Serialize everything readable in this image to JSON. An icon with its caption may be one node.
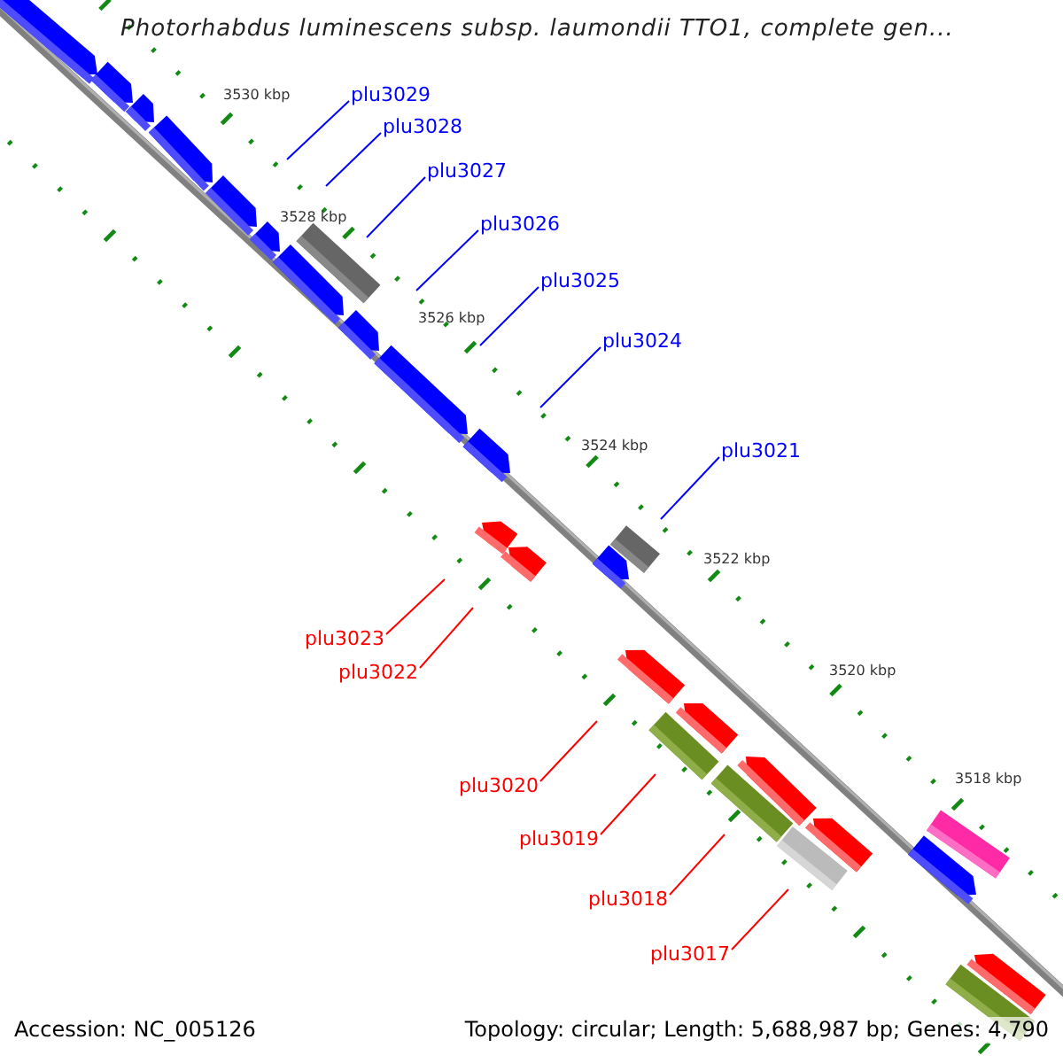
{
  "diagram": {
    "title": "Photorhabdus luminescens subsp. laumondii TTO1, complete gen...",
    "nodes": [
      {
        "text": [
          "plu3029"
        ]
      },
      {
        "text": [
          "plu3028"
        ]
      },
      {
        "text": [
          "plu3027"
        ]
      },
      {
        "text": [
          "plu3026"
        ]
      },
      {
        "text": [
          "plu3025"
        ]
      },
      {
        "text": [
          "plu3024"
        ]
      },
      {
        "text": [
          "plu3021"
        ]
      },
      {
        "text": [
          "plu3023"
        ]
      },
      {
        "text": [
          "plu3022"
        ]
      },
      {
        "text": [
          "plu3020"
        ]
      },
      {
        "text": [
          "plu3019"
        ]
      },
      {
        "text": [
          "plu3018"
        ]
      },
      {
        "text": [
          "plu3017"
        ]
      }
    ],
    "edges": [
      {
        "from": 0,
        "to": null,
        "arrow": "none"
      },
      {
        "from": 1,
        "to": null,
        "arrow": "none"
      },
      {
        "from": 2,
        "to": null,
        "arrow": "none"
      },
      {
        "from": 3,
        "to": null,
        "arrow": "none"
      },
      {
        "from": 4,
        "to": null,
        "arrow": "none"
      },
      {
        "from": 5,
        "to": null,
        "arrow": "none"
      },
      {
        "from": 6,
        "to": null,
        "arrow": "none"
      },
      {
        "from": 7,
        "to": null,
        "arrow": "none",
        "color": "#ff0000"
      },
      {
        "from": 8,
        "to": null,
        "arrow": "none",
        "color": "#ff0000"
      },
      {
        "from": 9,
        "to": null,
        "arrow": "none",
        "color": "#ff0000"
      },
      {
        "from": 10,
        "to": null,
        "arrow": "none",
        "color": "#ff0000"
      },
      {
        "from": 11,
        "to": null,
        "arrow": "none",
        "color": "#ff0000"
      },
      {
        "from": 12,
        "to": null,
        "arrow": "none",
        "color": "#ff0000"
      }
    ],
    "labels": [
      "3530 kbp",
      "3528 kbp",
      "3526 kbp",
      "3524 kbp",
      "3522 kbp",
      "3520 kbp",
      "3518 kbp",
      "Accession: NC_005126",
      "Topology: circular; Length: 5,688,987 bp; Genes: 4,790"
    ]
  }
}
